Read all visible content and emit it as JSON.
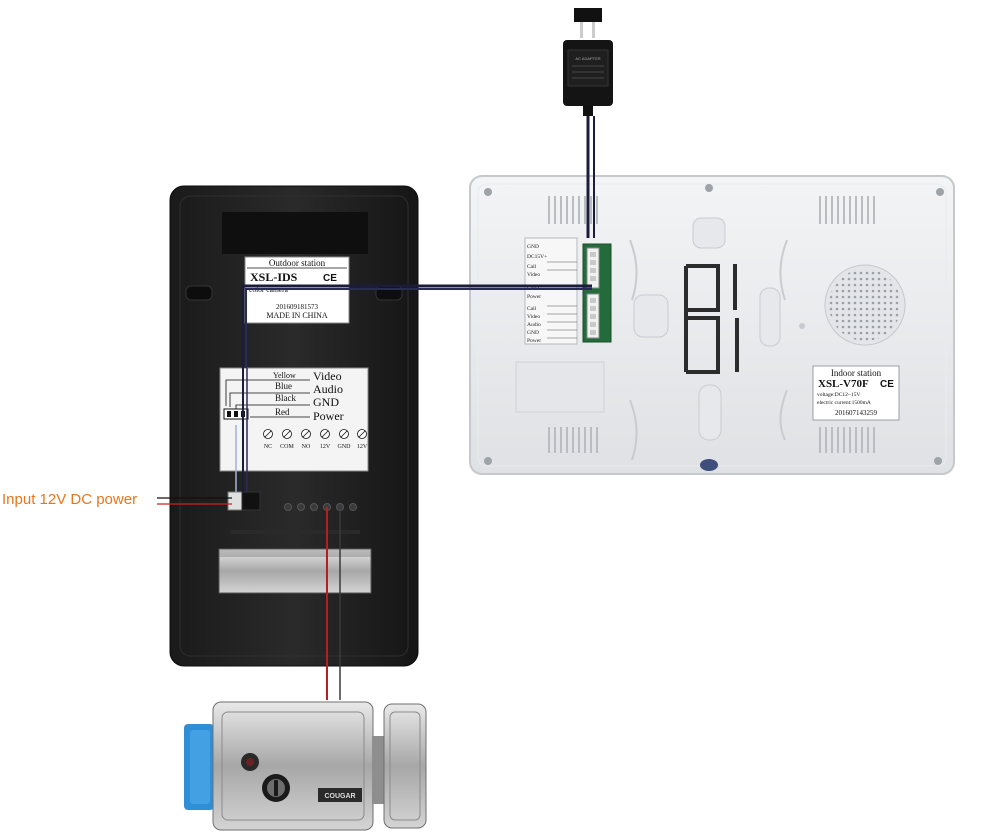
{
  "annotation": {
    "input_power": "Input 12V DC power",
    "color": "#e8761c"
  },
  "adapter": {
    "label": "AC ADAPTER"
  },
  "outdoor_station": {
    "header": "Outdoor station",
    "model": "XSL-IDS",
    "ce": "CE",
    "camera": "color camera",
    "serial": "201609181573",
    "origin": "MADE IN CHINA",
    "wires": [
      {
        "color_name": "Yellow",
        "signal": "Video"
      },
      {
        "color_name": "Blue",
        "signal": "Audio"
      },
      {
        "color_name": "Black",
        "signal": "GND"
      },
      {
        "color_name": "Red",
        "signal": "Power"
      }
    ],
    "terminals": [
      "NC",
      "COM",
      "NO",
      "12V",
      "GND",
      "12V"
    ]
  },
  "indoor_station": {
    "header": "Indoor station",
    "model": "XSL-V70F",
    "ce": "CE",
    "voltage": "voltage:DC12~15V",
    "current": "electric current:1500mA",
    "serial": "201607143259",
    "port_labels_top": [
      "GND",
      "DC15V+",
      "Call",
      "Video"
    ],
    "port_labels_bottom": [
      "GND",
      "Power",
      "Call",
      "Video",
      "Audio",
      "GND",
      "Power"
    ]
  },
  "lock": {
    "brand": "COUGAR"
  }
}
